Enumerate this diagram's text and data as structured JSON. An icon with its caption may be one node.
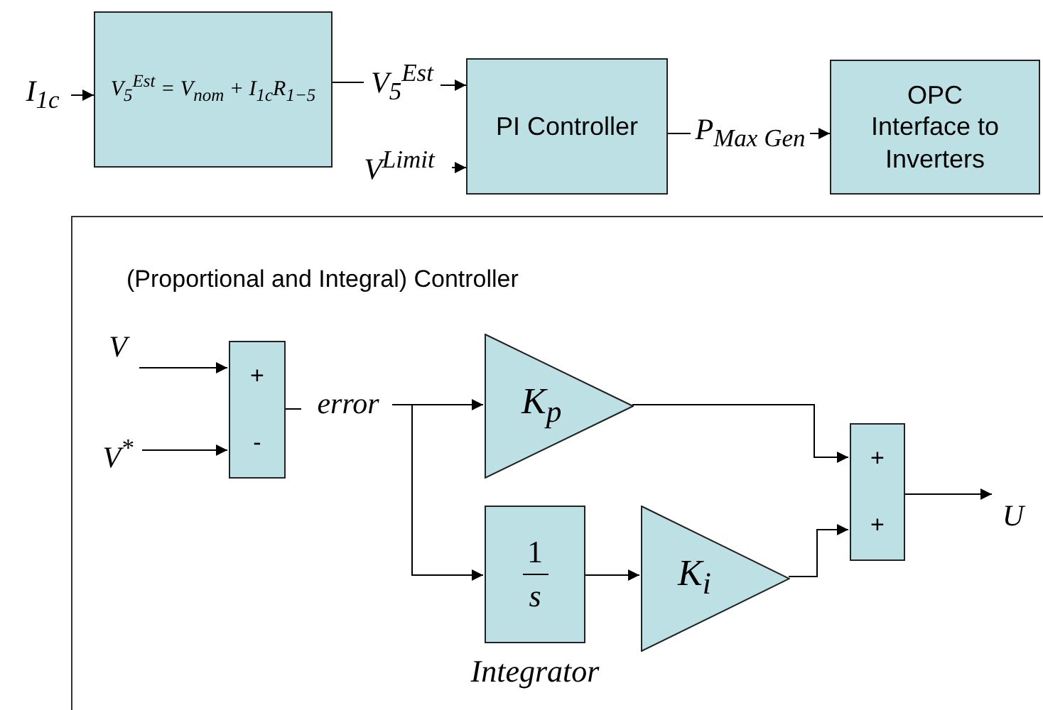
{
  "diagram": {
    "nodes": [
      {
        "text": [
          "I$_{1c}$"
        ]
      },
      {
        "text": [
          "V$_{5}$$^{Est}$ = V$_{nom}$ + I$_{1c}$R$_{1−5}$"
        ]
      },
      {
        "text": [
          "V$_{5}$$^{Est}$"
        ]
      },
      {
        "text": [
          "V$^{Limit}$"
        ]
      },
      {
        "text": [
          "PI Controller"
        ]
      },
      {
        "text": [
          "P$_{Max Gen}$"
        ]
      },
      {
        "text": [
          "OPC Interface to Inverters"
        ]
      },
      {
        "text": [
          "(Proportional and Integral) Controller"
        ]
      },
      {
        "text": [
          "V"
        ],
        "in": 7
      },
      {
        "text": [
          "V$^{*}$"
        ],
        "in": 7
      },
      {
        "text": [
          "+",
          "-"
        ],
        "in": 7
      },
      {
        "text": [
          "error"
        ],
        "in": 7
      },
      {
        "text": [
          "K$_{p}$"
        ],
        "in": 7
      },
      {
        "text": [
          "1",
          "s"
        ],
        "in": 7,
        "beside": [
          "Integrator"
        ]
      },
      {
        "text": [
          "K$_{i}$"
        ],
        "in": 7
      },
      {
        "text": [
          "+",
          "+"
        ],
        "in": 7
      },
      {
        "text": [
          "U"
        ],
        "in": 7
      }
    ],
    "edges": [
      {
        "from": 0,
        "to": 1,
        "arrow": "to"
      },
      {
        "from": 1,
        "to": 2,
        "arrow": "none"
      },
      {
        "from": 2,
        "to": 4,
        "arrow": "to"
      },
      {
        "from": 3,
        "to": 4,
        "arrow": "to"
      },
      {
        "from": 4,
        "to": 5,
        "arrow": "none"
      },
      {
        "from": 5,
        "to": 6,
        "arrow": "to"
      },
      {
        "from": 8,
        "to": 10,
        "arrow": "to"
      },
      {
        "from": 9,
        "to": 10,
        "arrow": "to"
      },
      {
        "from": 10,
        "to": 11,
        "arrow": "none"
      },
      {
        "from": 11,
        "to": 12,
        "arrow": "to"
      },
      {
        "from": 11,
        "to": 13,
        "arrow": "to"
      },
      {
        "from": 13,
        "to": 14,
        "arrow": "to"
      },
      {
        "from": 12,
        "to": 15,
        "arrow": "to"
      },
      {
        "from": 14,
        "to": 15,
        "arrow": "to"
      },
      {
        "from": 15,
        "to": 16,
        "arrow": "to"
      }
    ]
  }
}
